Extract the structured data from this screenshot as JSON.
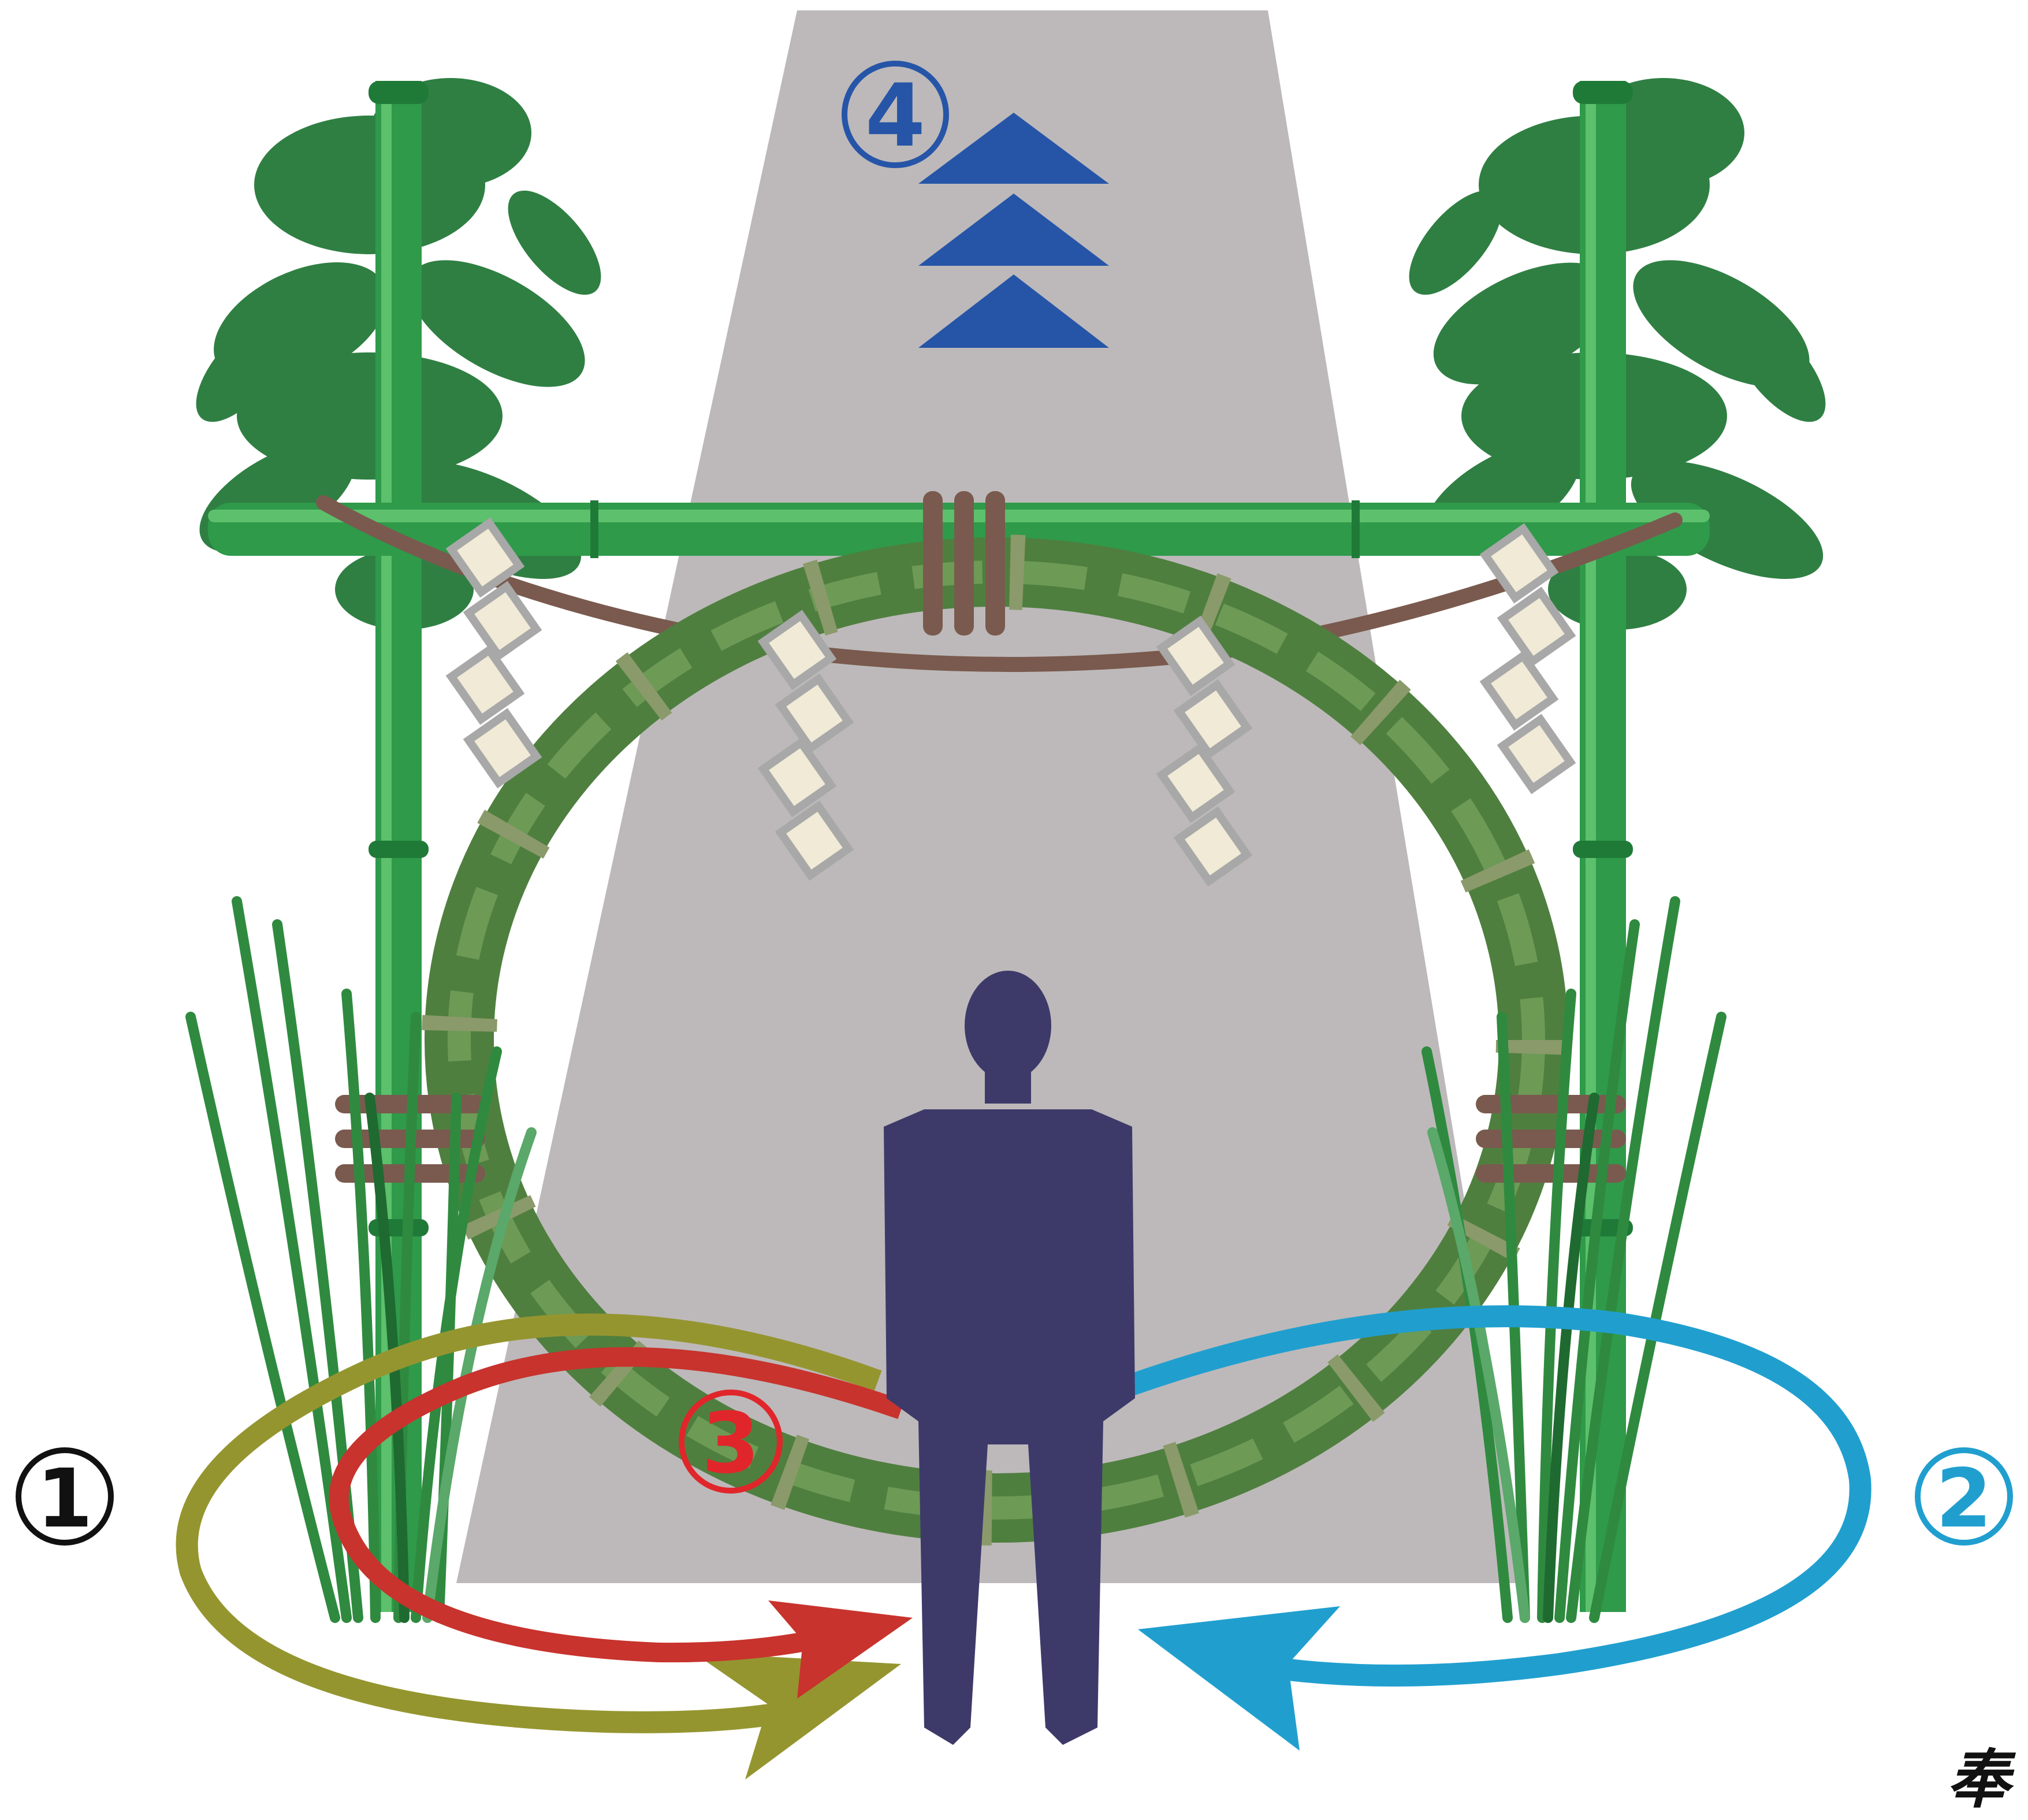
{
  "labels": {
    "step1": "①",
    "step2": "②",
    "step3": "③",
    "step4": "④"
  },
  "corner_text": "奉",
  "colors": {
    "path": "#bdb9ba",
    "bamboo": "#2f9a4a",
    "bamboo_dark": "#1f7a38",
    "leaf": "#2f7f43",
    "wreath": "#4f7f3f",
    "wreath_band": "#8a9a6a",
    "rope": "#7a5a4e",
    "shide_fill": "#f0ead6",
    "shide_edge": "#a8a8a8",
    "reed": "#2f8a3f",
    "person": "#3d3a6a",
    "step1": "#959530",
    "step2": "#209fcf",
    "step3": "#c8332d",
    "step4": "#2655a8",
    "label1": "#111111"
  }
}
